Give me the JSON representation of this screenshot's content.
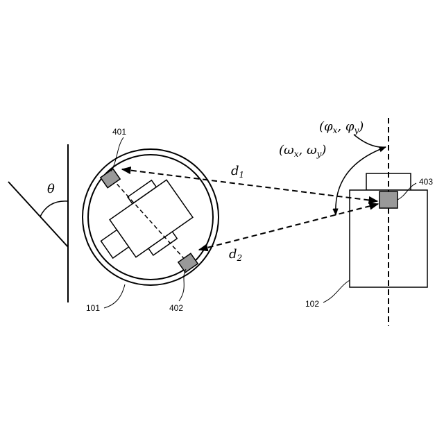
{
  "diagram": {
    "angle_label": "θ",
    "labels": {
      "sensor_1": "401",
      "sensor_2": "402",
      "sensor_3": "403",
      "robot": "101",
      "device": "102"
    },
    "distances": {
      "d1_main": "d",
      "d1_sub": "1",
      "d2_main": "d",
      "d2_sub": "2"
    },
    "angles": {
      "omega_open": "(",
      "omega_x": "ω",
      "omega_x_sub": "x",
      "omega_comma": ", ",
      "omega_y": "ω",
      "omega_y_sub": "y",
      "omega_close": ")",
      "phi_open": "(",
      "phi_x": "φ",
      "phi_x_sub": "x",
      "phi_comma": ", ",
      "phi_y": "φ",
      "phi_y_sub": "y",
      "phi_close": ")"
    },
    "colors": {
      "line": "#000000",
      "sensor_fill": "#999999",
      "background": "#ffffff"
    }
  }
}
